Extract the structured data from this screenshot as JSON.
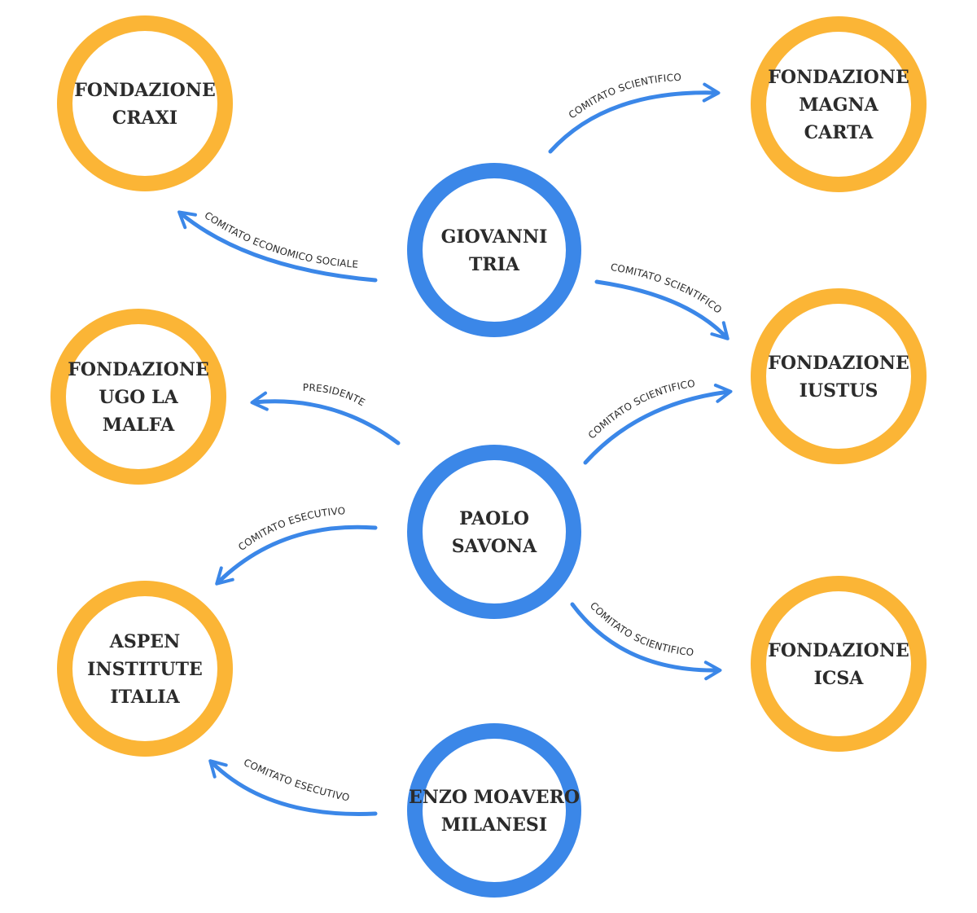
{
  "colors": {
    "person": "#3b87e8",
    "organization": "#fbb536",
    "arrow": "#3b87e8",
    "text": "#2b2b2b"
  },
  "people": [
    {
      "id": "tria",
      "lines": [
        "GIOVANNI",
        "TRIA"
      ]
    },
    {
      "id": "savona",
      "lines": [
        "PAOLO",
        "SAVONA"
      ]
    },
    {
      "id": "moavero",
      "lines": [
        "ENZO MOAVERO",
        "MILANESI"
      ]
    }
  ],
  "organizations": [
    {
      "id": "craxi",
      "lines": [
        "FONDAZIONE",
        "CRAXI"
      ]
    },
    {
      "id": "ugo-la-malfa",
      "lines": [
        "FONDAZIONE",
        "UGO LA",
        "MALFA"
      ]
    },
    {
      "id": "aspen",
      "lines": [
        "ASPEN",
        "INSTITUTE",
        "ITALIA"
      ]
    },
    {
      "id": "magna-carta",
      "lines": [
        "FONDAZIONE",
        "MAGNA",
        "CARTA"
      ]
    },
    {
      "id": "iustus",
      "lines": [
        "FONDAZIONE",
        "IUSTUS"
      ]
    },
    {
      "id": "icsa",
      "lines": [
        "FONDAZIONE",
        "ICSA"
      ]
    }
  ],
  "relations": [
    {
      "id": "tria-magna-carta",
      "from": "tria",
      "to": "magna-carta",
      "label": "COMITATO SCIENTIFICO"
    },
    {
      "id": "tria-craxi",
      "from": "tria",
      "to": "craxi",
      "label": "COMITATO ECONOMICO SOCIALE"
    },
    {
      "id": "tria-iustus",
      "from": "tria",
      "to": "iustus",
      "label": "COMITATO SCIENTIFICO"
    },
    {
      "id": "savona-ugo-la-malfa",
      "from": "savona",
      "to": "ugo-la-malfa",
      "label": "PRESIDENTE"
    },
    {
      "id": "savona-iustus",
      "from": "savona",
      "to": "iustus",
      "label": "COMITATO SCIENTIFICO"
    },
    {
      "id": "savona-aspen",
      "from": "savona",
      "to": "aspen",
      "label": "COMITATO ESECUTIVO"
    },
    {
      "id": "savona-icsa",
      "from": "savona",
      "to": "icsa",
      "label": "COMITATO SCIENTIFICO"
    },
    {
      "id": "moavero-aspen",
      "from": "moavero",
      "to": "aspen",
      "label": "COMITATO ESECUTIVO"
    }
  ]
}
